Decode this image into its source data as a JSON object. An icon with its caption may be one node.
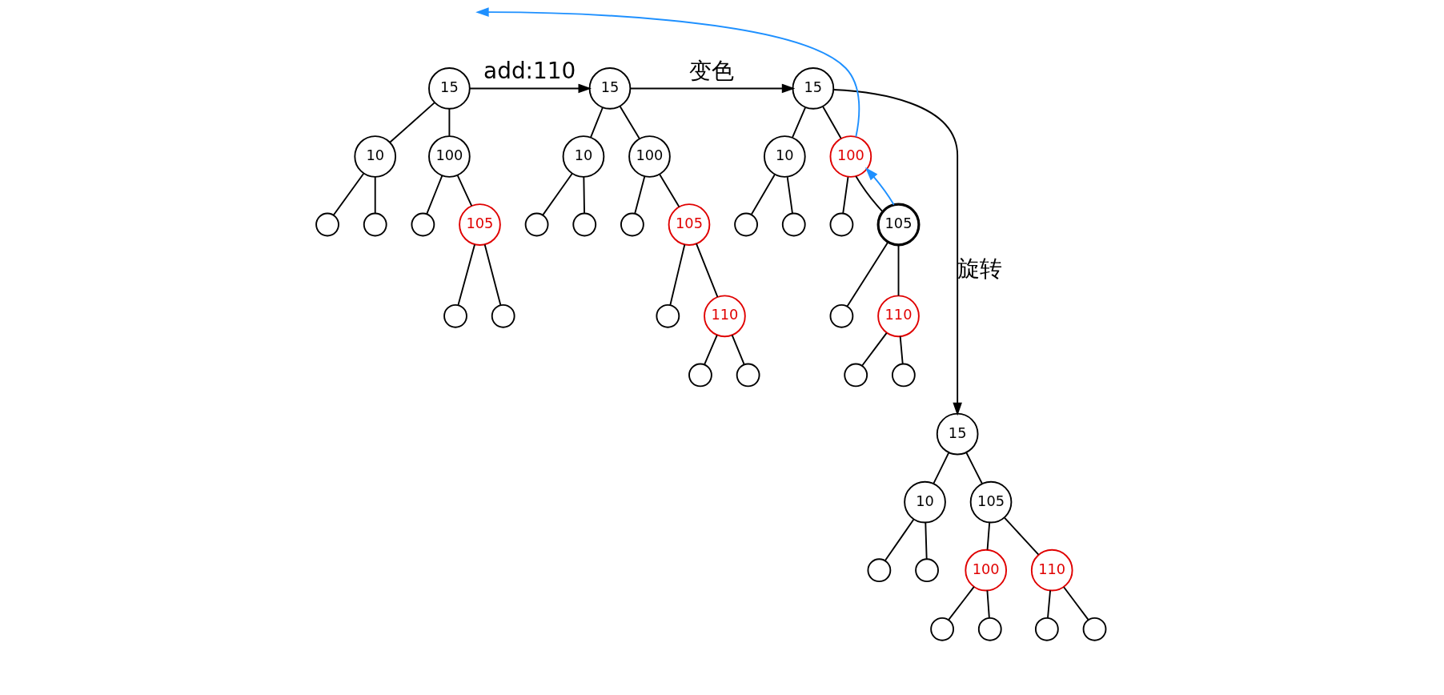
{
  "diagram": {
    "nodes": [
      {
        "text": [
          "15"
        ]
      },
      {
        "text": [
          "10"
        ]
      },
      {
        "text": [
          "100"
        ]
      },
      {
        "text": [],
        "shape": "circle"
      },
      {
        "text": [],
        "shape": "circle"
      },
      {
        "text": [],
        "shape": "circle"
      },
      {
        "text": [
          "105"
        ]
      },
      {
        "text": [],
        "shape": "circle"
      },
      {
        "text": [],
        "shape": "circle"
      },
      {
        "text": [
          "15"
        ]
      },
      {
        "text": [
          "10"
        ]
      },
      {
        "text": [
          "100"
        ]
      },
      {
        "text": [],
        "shape": "circle"
      },
      {
        "text": [],
        "shape": "circle"
      },
      {
        "text": [],
        "shape": "circle"
      },
      {
        "text": [
          "105"
        ]
      },
      {
        "text": [],
        "shape": "circle"
      },
      {
        "text": [
          "110"
        ]
      },
      {
        "text": [],
        "shape": "circle"
      },
      {
        "text": [],
        "shape": "circle"
      },
      {
        "text": [
          "15"
        ]
      },
      {
        "text": [
          "10"
        ]
      },
      {
        "text": [
          "100"
        ]
      },
      {
        "text": [],
        "shape": "circle"
      },
      {
        "text": [],
        "shape": "circle"
      },
      {
        "text": [],
        "shape": "circle"
      },
      {
        "text": [
          "105"
        ]
      },
      {
        "text": [],
        "shape": "circle"
      },
      {
        "text": [
          "110"
        ]
      },
      {
        "text": [],
        "shape": "circle"
      },
      {
        "text": [],
        "shape": "circle"
      },
      {
        "text": [
          "15"
        ]
      },
      {
        "text": [
          "10"
        ]
      },
      {
        "text": [
          "105"
        ]
      },
      {
        "text": [],
        "shape": "circle"
      },
      {
        "text": [],
        "shape": "circle"
      },
      {
        "text": [
          "100"
        ]
      },
      {
        "text": [
          "110"
        ]
      },
      {
        "text": [],
        "shape": "circle"
      },
      {
        "text": [],
        "shape": "circle"
      },
      {
        "text": [],
        "shape": "circle"
      },
      {
        "text": [],
        "shape": "circle"
      }
    ],
    "edges": [
      {
        "from": 0,
        "to": 1,
        "arrow": "none"
      },
      {
        "from": 0,
        "to": 2,
        "arrow": "none"
      },
      {
        "from": 1,
        "to": 3,
        "arrow": "none"
      },
      {
        "from": 1,
        "to": 4,
        "arrow": "none"
      },
      {
        "from": 2,
        "to": 5,
        "arrow": "none"
      },
      {
        "from": 2,
        "to": 6,
        "arrow": "none"
      },
      {
        "from": 6,
        "to": 7,
        "arrow": "none"
      },
      {
        "from": 6,
        "to": 8,
        "arrow": "none"
      },
      {
        "from": 9,
        "to": 10,
        "arrow": "none"
      },
      {
        "from": 9,
        "to": 11,
        "arrow": "none"
      },
      {
        "from": 10,
        "to": 12,
        "arrow": "none"
      },
      {
        "from": 10,
        "to": 13,
        "arrow": "none"
      },
      {
        "from": 11,
        "to": 14,
        "arrow": "none"
      },
      {
        "from": 11,
        "to": 15,
        "arrow": "none"
      },
      {
        "from": 15,
        "to": 16,
        "arrow": "none"
      },
      {
        "from": 15,
        "to": 17,
        "arrow": "none"
      },
      {
        "from": 17,
        "to": 18,
        "arrow": "none"
      },
      {
        "from": 17,
        "to": 19,
        "arrow": "none"
      },
      {
        "from": 20,
        "to": 21,
        "arrow": "none"
      },
      {
        "from": 20,
        "to": 22,
        "arrow": "none"
      },
      {
        "from": 21,
        "to": 23,
        "arrow": "none"
      },
      {
        "from": 21,
        "to": 24,
        "arrow": "none"
      },
      {
        "from": 22,
        "to": 25,
        "arrow": "none"
      },
      {
        "from": 22,
        "to": 26,
        "arrow": "none"
      },
      {
        "from": 26,
        "to": 27,
        "arrow": "none"
      },
      {
        "from": 26,
        "to": 28,
        "arrow": "none"
      },
      {
        "from": 28,
        "to": 29,
        "arrow": "none"
      },
      {
        "from": 28,
        "to": 30,
        "arrow": "none"
      },
      {
        "from": 31,
        "to": 32,
        "arrow": "none"
      },
      {
        "from": 31,
        "to": 33,
        "arrow": "none"
      },
      {
        "from": 32,
        "to": 34,
        "arrow": "none"
      },
      {
        "from": 32,
        "to": 35,
        "arrow": "none"
      },
      {
        "from": 33,
        "to": 36,
        "arrow": "none"
      },
      {
        "from": 33,
        "to": 37,
        "arrow": "none"
      },
      {
        "from": 36,
        "to": 38,
        "arrow": "none"
      },
      {
        "from": 36,
        "to": 39,
        "arrow": "none"
      },
      {
        "from": 37,
        "to": 40,
        "arrow": "none"
      },
      {
        "from": 37,
        "to": 41,
        "arrow": "none"
      },
      {
        "from": 0,
        "to": 9,
        "arrow": "to",
        "label": "add:110"
      },
      {
        "from": 9,
        "to": 20,
        "arrow": "to",
        "label": "变色"
      },
      {
        "from": 20,
        "to": 31,
        "arrow": "to",
        "label": "旋转"
      },
      {
        "from": 26,
        "to": 22,
        "arrow": "to",
        "color": "#1e90ff"
      },
      {
        "from": 22,
        "to": null,
        "arrow": "to",
        "color": "#1e90ff"
      }
    ]
  }
}
